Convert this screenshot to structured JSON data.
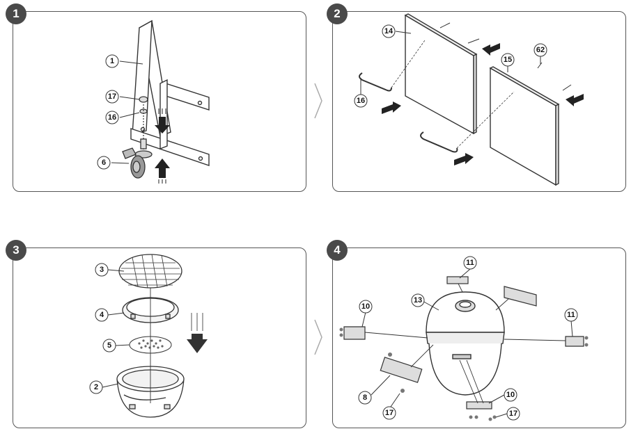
{
  "steps": [
    {
      "number": "1",
      "parts": [
        "1",
        "17",
        "16",
        "6"
      ]
    },
    {
      "number": "2",
      "parts": [
        "14",
        "16",
        "15",
        "62"
      ]
    },
    {
      "number": "3",
      "parts": [
        "3",
        "4",
        "5",
        "2"
      ]
    },
    {
      "number": "4",
      "parts": [
        "11",
        "13",
        "10",
        "11",
        "8",
        "17",
        "10",
        "17"
      ]
    }
  ],
  "colors": {
    "frame": "#555555",
    "badge": "#4a4a4a",
    "line": "#333333"
  }
}
